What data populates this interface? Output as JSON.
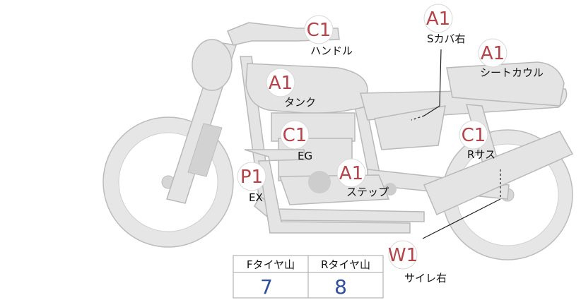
{
  "parts": [
    {
      "id": "handle",
      "grade": "C1",
      "label": "ハンドル"
    },
    {
      "id": "side-cover-right",
      "grade": "A1",
      "label": "Sカバ右"
    },
    {
      "id": "seat-cowl",
      "grade": "A1",
      "label": "シートカウル"
    },
    {
      "id": "tank",
      "grade": "A1",
      "label": "タンク"
    },
    {
      "id": "engine",
      "grade": "C1",
      "label": "EG"
    },
    {
      "id": "rear-suspension",
      "grade": "C1",
      "label": "Rサス"
    },
    {
      "id": "exhaust",
      "grade": "P1",
      "label": "EX"
    },
    {
      "id": "step",
      "grade": "A1",
      "label": "ステップ"
    },
    {
      "id": "silencer-right",
      "grade": "W1",
      "label": "サイレ右"
    }
  ],
  "tread_table": {
    "headers": [
      "Fタイヤ山",
      "Rタイヤ山"
    ],
    "values": [
      "7",
      "8"
    ]
  },
  "colors": {
    "grade": "#b5434a",
    "tread_value": "#2f4f9a",
    "bike_fill": "#e4e4e4",
    "bike_stroke": "#b9b9b9"
  }
}
